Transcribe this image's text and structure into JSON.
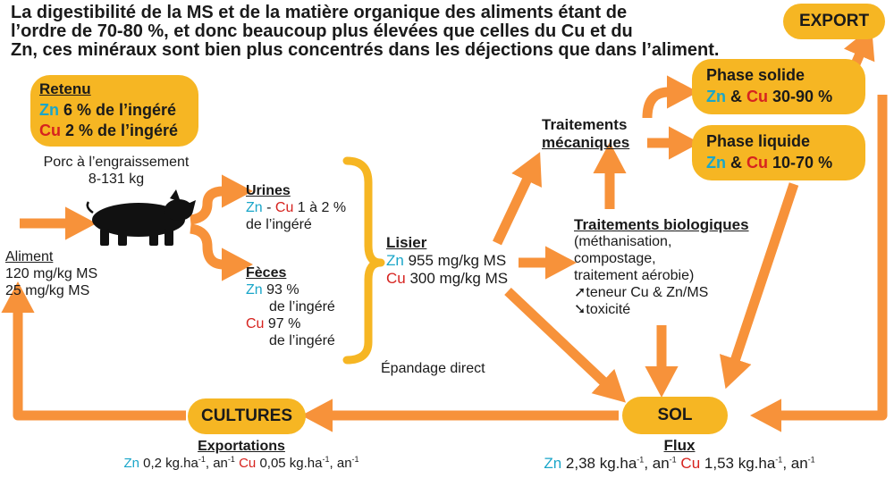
{
  "intro": {
    "line1": "La digestibilité de la MS et de la matière organique des aliments étant de",
    "line2": "l’ordre de 70-80 %, et donc beaucoup plus élevées que celles du Cu et du",
    "line3": "Zn, ces minéraux sont bien plus concentrés dans les déjections que dans l’aliment."
  },
  "export": "EXPORT",
  "retenu": {
    "title": "Retenu",
    "zn_symbol": "Zn",
    "zn_text": "6 % de l’ingéré",
    "cu_symbol": "Cu",
    "cu_text": "2 % de l’ingéré"
  },
  "porc": {
    "line1": "Porc à l’engraissement",
    "line2": "8-131 kg"
  },
  "aliment": {
    "title": "Aliment",
    "line1": "120 mg/kg MS",
    "line2": "25 mg/kg MS"
  },
  "urines": {
    "title": "Urines",
    "zn_symbol": "Zn",
    "separator": " - ",
    "cu_symbol": "Cu",
    "text1": "1 à 2 %",
    "text2": "de l’ingéré"
  },
  "feces": {
    "title": "Fèces",
    "zn_symbol": "Zn",
    "zn_text1": "93 %",
    "zn_text2": "de l’ingéré",
    "cu_symbol": "Cu",
    "cu_text1": "97 %",
    "cu_text2": "de l’ingéré"
  },
  "lisier": {
    "title": "Lisier",
    "zn_symbol": "Zn",
    "zn_text": "955 mg/kg MS",
    "cu_symbol": "Cu",
    "cu_text": "300 mg/kg MS"
  },
  "epandage": "Épandage direct",
  "trait_meca": {
    "line1": "Traitements",
    "line2": "mécaniques"
  },
  "trait_bio": {
    "title": "Traitements biologiques",
    "line1": "(méthanisation,",
    "line2": "compostage,",
    "line3": "traitement aérobie)",
    "up_icon": "➚",
    "up_text": "teneur Cu & Zn/MS",
    "down_icon": "➘",
    "down_text": "toxicité"
  },
  "phase_solide": {
    "title": "Phase solide",
    "zn_symbol": "Zn",
    "amp": " & ",
    "cu_symbol": "Cu",
    "value": "30-90 %"
  },
  "phase_liquide": {
    "title": "Phase liquide",
    "zn_symbol": "Zn",
    "amp": " & ",
    "cu_symbol": "Cu",
    "value": "10-70 %"
  },
  "sol": "SOL",
  "cultures": "CULTURES",
  "exportations": {
    "title": "Exportations",
    "zn_symbol": "Zn",
    "zn_value": "0,2 kg.ha",
    "sup1": "-1",
    "mid": ", an",
    "sup2": "-1",
    "cu_symbol": "Cu",
    "cu_value": "0,05 kg.ha",
    "sup3": "-1",
    "end": ", an",
    "sup4": "-1"
  },
  "flux": {
    "title": "Flux",
    "zn_symbol": "Zn",
    "zn_value": "2,38 kg.ha",
    "sup1": "-1",
    "mid": ", an",
    "sup2": "-1",
    "cu_symbol": "Cu",
    "cu_value": "1,53 kg.ha",
    "sup3": "-1",
    "end": ", an",
    "sup4": "-1"
  },
  "colors": {
    "arrow": "#f7923a",
    "box": "#f6b623",
    "zinc": "#1aa6c9",
    "copper": "#d6231f",
    "brace": "#f6b623"
  },
  "icons": [
    "pig-icon",
    "brace-icon",
    "arrow-up-right-icon",
    "arrow-down-right-icon"
  ]
}
